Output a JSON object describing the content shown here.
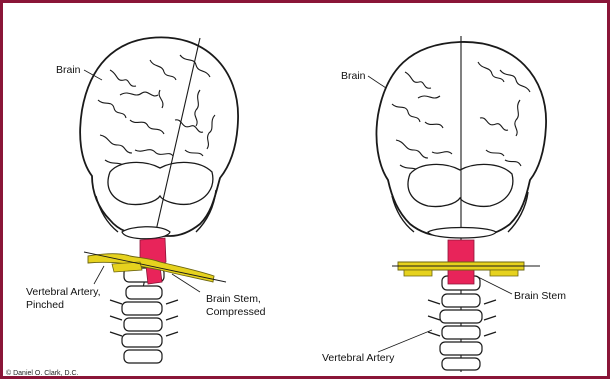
{
  "colors": {
    "border": "#8a1538",
    "brainstem": "#e8245a",
    "artery": "#e6d21e",
    "ink": "#1a1a1a",
    "background": "#ffffff"
  },
  "left_figure": {
    "brain_label": "Brain",
    "artery_label_line1": "Vertebral Artery,",
    "artery_label_line2": "Pinched",
    "stem_label_line1": "Brain Stem,",
    "stem_label_line2": "Compressed"
  },
  "right_figure": {
    "brain_label": "Brain",
    "stem_label": "Brain Stem",
    "artery_label": "Vertebral Artery"
  },
  "copyright": "© Daniel O. Clark, D.C."
}
